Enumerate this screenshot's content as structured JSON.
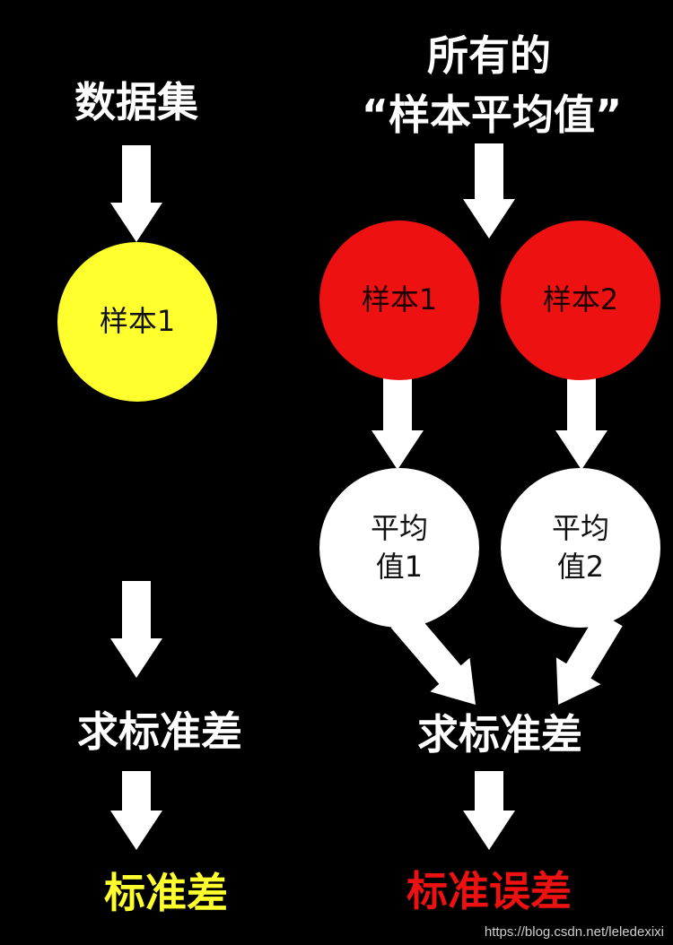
{
  "colors": {
    "background": "#000000",
    "arrow": "#ffffff",
    "sample_left": "#ffff2e",
    "sample_right": "#ee1111",
    "mean": "#ffffff",
    "result_left": "#ffff2e",
    "result_right": "#ee1111"
  },
  "left": {
    "title": "数据集",
    "sample": "样本1",
    "process": "求标准差",
    "result": "标准差"
  },
  "right": {
    "title_line1": "所有的",
    "title_line2": "“样本平均值”",
    "sample1": "样本1",
    "sample2": "样本2",
    "mean1": "平均\n值1",
    "mean2": "平均\n值2",
    "process": "求标准差",
    "result": "标准误差"
  },
  "watermark": "https://blog.csdn.net/leledexixi"
}
